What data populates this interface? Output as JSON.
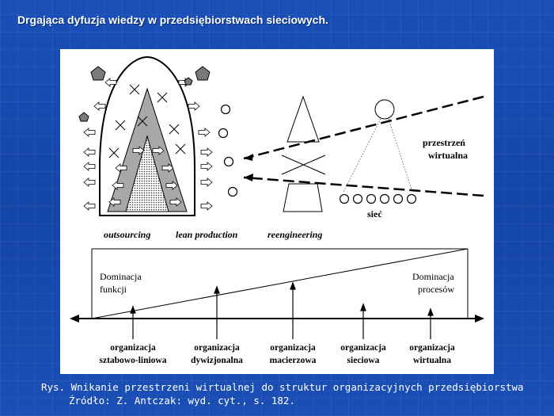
{
  "slide": {
    "title": "Drgająca dyfuzja wiedzy w przedsiębiorstwach sieciowych."
  },
  "diagram": {
    "strategies": [
      "outsourcing",
      "lean production",
      "reengineering"
    ],
    "virtual_space": [
      "przestrzeń",
      "wirtualna"
    ],
    "network": "sieć",
    "dominance_left": [
      "Dominacja",
      "funkcji"
    ],
    "dominance_right": [
      "Dominacja",
      "procesów"
    ],
    "organizations": [
      [
        "organizacja",
        "sztabowo-liniowa"
      ],
      [
        "organizacja",
        "dywizjonalna"
      ],
      [
        "organizacja",
        "macierzowa"
      ],
      [
        "organizacja",
        "sieciowa"
      ],
      [
        "organizacja",
        "wirtualna"
      ]
    ]
  },
  "caption": {
    "line1": "Rys. Wnikanie przestrzeni wirtualnej do struktur organizacyjnych przedsiębiorstwa",
    "line2": "Źródło: Z. Antczak: wyd. cyt., s. 182."
  }
}
